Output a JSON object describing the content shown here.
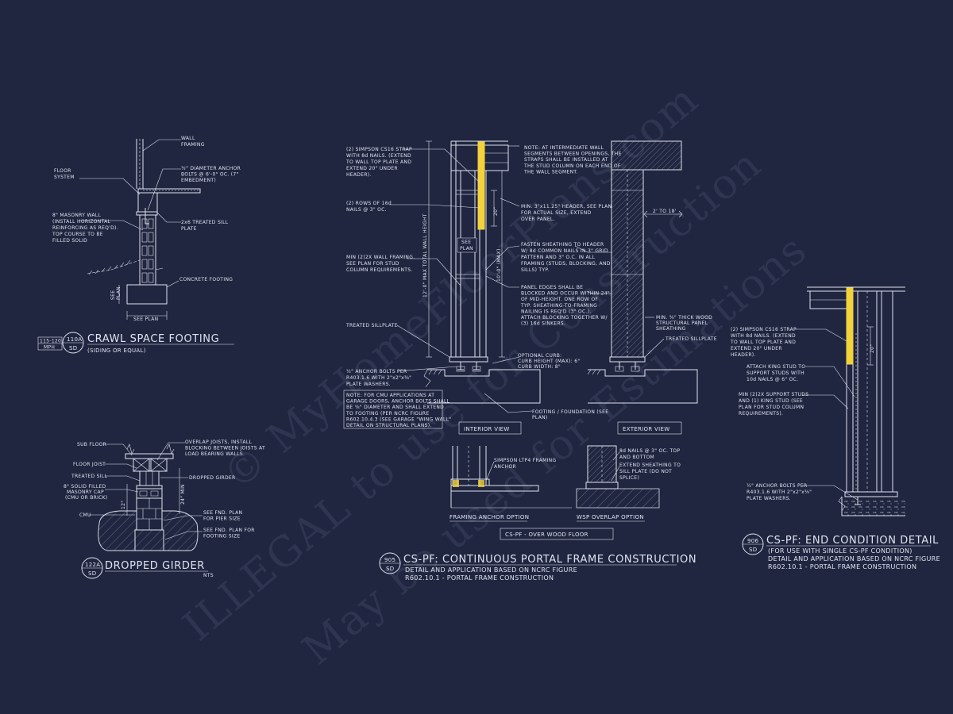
{
  "watermark": {
    "line1": "© MyHomeFloorPlans.com",
    "line2": "ILLEGAL to use for Construction",
    "line3": "May be used for Estimations"
  },
  "crawl_space": {
    "tag_number": "110A",
    "tag_sheet": "SD",
    "wind_top": "115-120",
    "wind_bottom": "MPH",
    "title": "CRAWL SPACE FOOTING",
    "subtitle": "(SIDING OR EQUAL)",
    "labels": {
      "wall_framing": [
        "WALL",
        "FRAMING"
      ],
      "floor_system": [
        "FLOOR",
        "SYSTEM"
      ],
      "anchor_bolts": [
        "½\" DIAMETER ANCHOR",
        "BOLTS @ 6'-0\" OC. (7\"",
        "EMBEDMENT)"
      ],
      "masonry_wall": [
        "8\" MASONRY WALL",
        "(INSTALL HORIZONTAL",
        "REINFORCING AS REQ'D).",
        "TOP COURSE TO BE",
        "FILLED SOLID"
      ],
      "sill_plate": [
        "2x6 TREATED SILL",
        "PLATE"
      ],
      "concrete_footing": "CONCRETE FOOTING",
      "see_plan_vertical": [
        "SEE",
        "PLAN"
      ],
      "see_plan": "SEE PLAN"
    }
  },
  "dropped_girder": {
    "tag_number": "122A",
    "tag_sheet": "SD",
    "title": "DROPPED GIRDER",
    "scale": "NTS",
    "labels": {
      "sub_floor": "SUB FLOOR",
      "floor_joist": "FLOOR JOIST",
      "treated_sill": "TREATED SILL",
      "masonry_cap": [
        "8\" SOLID FILLED",
        "MASONRY CAP",
        "(CMU OR BRICK)"
      ],
      "cmu": "CMU",
      "overlap_joists": [
        "OVERLAP JOISTS, INSTALL",
        "BLOCKING BETWEEN JOISTS AT",
        "LOAD BEARING WALLS."
      ],
      "dropped_girder": "DROPPED GIRDER",
      "fnd_pier": [
        "SEE FND. PLAN",
        "FOR PIER SIZE"
      ],
      "fnd_footing": [
        "SEE FND. PLAN FOR",
        "FOOTING SIZE"
      ],
      "dim_12": "12\"",
      "dim_24": "24\" MIN"
    }
  },
  "portal_frame": {
    "tag_number": "905",
    "tag_sheet": "SD",
    "title": "CS-PF: CONTINUOUS PORTAL FRAME CONSTRUCTION",
    "desc1": "DETAIL AND APPLICATION BASED ON NCRC FIGURE",
    "desc2": "R602.10.1 - PORTAL FRAME CONSTRUCTION",
    "interior_view": "INTERIOR VIEW",
    "exterior_view": "EXTERIOR VIEW",
    "over_wood_floor": "CS-PF - OVER WOOD FLOOR",
    "framing_anchor_option": "FRAMING ANCHOR OPTION",
    "wsp_overlap_option": "WSP OVERLAP OPTION",
    "labels": {
      "cs16_strap": [
        "(2) SIMPSON CS16 STRAP",
        "WITH 8d NAILS. (EXTEND",
        "TO WALL TOP PLATE AND",
        "EXTEND 20\" UNDER",
        "HEADER)."
      ],
      "rows_16d": [
        "(2) ROWS OF 16d",
        "NAILS @ 3\" OC."
      ],
      "min_2x": [
        "MIN (2)2X WALL FRAMING.",
        "SEE PLAN FOR STUD",
        "COLUMN REQUIREMENTS."
      ],
      "treated_sillplate": "TREATED SILLPLATE",
      "anchor_bolts": [
        "½\" ANCHOR BOLTS PER",
        "R403.1.6 WITH 2\"x2\"x⅜\"",
        "PLATE WASHERS."
      ],
      "cmu_note": [
        "NOTE: FOR CMU APPLICATIONS AT",
        "GARAGE DOORS, ANCHOR BOLTS SHALL",
        "BE ⅝\" DIAMETER AND SHALL EXTEND",
        "TO FOOTING (PER NCRC FIGURE",
        "R602.10.4.3 (SEE GARAGE \"WING WALL\"",
        "DETAIL ON STRUCTURAL PLANS)."
      ],
      "wall_height": "12'-0\" MAX TOTAL WALL HEIGHT",
      "ten_ft": "10'-0\" (MAX)",
      "see_plan": [
        "SEE",
        "PLAN"
      ],
      "twenty": "20\"",
      "intermediate_note": [
        "NOTE: AT INTERMEDIATE WALL",
        "SEGMENTS BETWEEN OPENINGS, THE",
        "STRAPS SHALL BE INSTALLED AT",
        "THE STUD COLUMN ON EACH END OF",
        "THE WALL SEGMENT."
      ],
      "header": [
        "MIN. 3\"x11.25\" HEADER, SEE PLAN",
        "FOR ACTUAL SIZE, EXTEND",
        "OVER PANEL."
      ],
      "fasten": [
        "FASTEN SHEATHING TO HEADER",
        "W/ 8d COMMON NAILS IN 3\" GRID",
        "PATTERN AND 3\" O.C. IN ALL",
        "FRAMING (STUDS, BLOCKING, AND",
        "SILLS) TYP."
      ],
      "panel_edges": [
        "PANEL EDGES SHALL BE",
        "BLOCKED AND OCCUR WITHIN 24\"",
        "OF MID-HEIGHT. ONE ROW OF",
        "TYP. SHEATHING-TO-FRAMING",
        "NAILING IS REQ'D (3\" OC.).",
        "ATTACH BLOCKING TOGETHER W/",
        "(3) 16d SINKERS."
      ],
      "curb": [
        "OPTIONAL CURB:",
        "CURB HEIGHT (MAX): 6\"",
        "CURB WIDTH: 8\""
      ],
      "footing_fnd": [
        "FOOTING / FOUNDATION (SEE",
        "PLAN)"
      ],
      "two_to_18": "2' TO 18'",
      "wood_panel": [
        "MIN. ⅜\" THICK WOOD",
        "STRUCTURAL PANEL",
        "SHEATHING"
      ],
      "ext_sillplate": "TREATED SILLPLATE",
      "ltp4": [
        "SIMPSON LTP4 FRAMING",
        "ANCHOR"
      ],
      "wsp_nails": [
        "8d NAILS @ 3\" OC. TOP",
        "AND BOTTOM"
      ],
      "wsp_extend": [
        "EXTEND SHEATHING TO",
        "SILL PLATE (DO NOT",
        "SPLICE)"
      ]
    }
  },
  "end_condition": {
    "tag_number": "906",
    "tag_sheet": "SD",
    "title": "CS-PF: END CONDITION DETAIL",
    "desc1": "(FOR USE WITH SINGLE CS-PF CONDITION)",
    "desc2": "DETAIL AND APPLICATION BASED ON NCRC FIGURE",
    "desc3": "R602.10.1 - PORTAL FRAME CONSTRUCTION",
    "labels": {
      "cs16_strap": [
        "(2) SIMPSON CS16 STRAP",
        "WITH 8d NAILS. (EXTEND",
        "TO WALL TOP PLATE AND",
        "EXTEND 20\" UNDER",
        "HEADER)."
      ],
      "king_stud": [
        "ATTACH KING STUD TO",
        "SUPPORT STUDS WITH",
        "10d NAILS @ 6\" OC."
      ],
      "support_studs": [
        "MIN (2)2X SUPPORT STUDS",
        "AND (1) KING STUD (SEE",
        "PLAN FOR STUD COLUMN",
        "REQUIREMENTS)."
      ],
      "anchor_bolts": [
        "½\" ANCHOR BOLTS PER",
        "R403.1.6 WITH 2\"x2\"x⅜\"",
        "PLATE WASHERS."
      ],
      "twenty": "20\""
    }
  },
  "colors": {
    "background": "#202640",
    "linework": "#dfe3ee",
    "strap": "#f2d33b",
    "watermark": "#4a5170"
  }
}
